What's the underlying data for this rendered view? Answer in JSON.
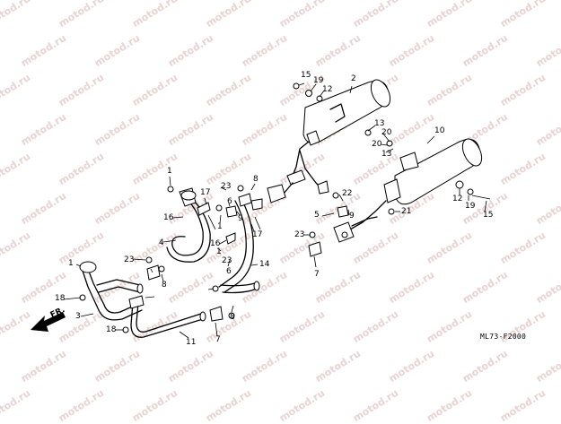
{
  "watermark": "motod.ru",
  "diagram_code": "ML73-F2000",
  "direction_label": "FR.",
  "callouts": [
    {
      "id": "c1",
      "text": "15"
    },
    {
      "id": "c2",
      "text": "19"
    },
    {
      "id": "c3",
      "text": "12"
    },
    {
      "id": "c4",
      "text": "2"
    },
    {
      "id": "c5",
      "text": "13"
    },
    {
      "id": "c6",
      "text": "20"
    },
    {
      "id": "c7",
      "text": "20"
    },
    {
      "id": "c8",
      "text": "13"
    },
    {
      "id": "c9",
      "text": "10"
    },
    {
      "id": "c10",
      "text": "1"
    },
    {
      "id": "c11",
      "text": "17"
    },
    {
      "id": "c12",
      "text": "23"
    },
    {
      "id": "c13",
      "text": "8"
    },
    {
      "id": "c14",
      "text": "6"
    },
    {
      "id": "c15",
      "text": "16"
    },
    {
      "id": "c16",
      "text": "1"
    },
    {
      "id": "c17",
      "text": "9"
    },
    {
      "id": "c18",
      "text": "22"
    },
    {
      "id": "c19",
      "text": "5"
    },
    {
      "id": "c20",
      "text": "9"
    },
    {
      "id": "c21",
      "text": "21"
    },
    {
      "id": "c22",
      "text": "12"
    },
    {
      "id": "c23",
      "text": "19"
    },
    {
      "id": "c24",
      "text": "15"
    },
    {
      "id": "c25",
      "text": "4"
    },
    {
      "id": "c26",
      "text": "16"
    },
    {
      "id": "c27",
      "text": "17"
    },
    {
      "id": "c28",
      "text": "23"
    },
    {
      "id": "c29",
      "text": "7"
    },
    {
      "id": "c30",
      "text": "1"
    },
    {
      "id": "c31",
      "text": "23"
    },
    {
      "id": "c32",
      "text": "6"
    },
    {
      "id": "c33",
      "text": "14"
    },
    {
      "id": "c34",
      "text": "8"
    },
    {
      "id": "c35",
      "text": "18"
    },
    {
      "id": "c36",
      "text": "3"
    },
    {
      "id": "c37",
      "text": "1"
    },
    {
      "id": "c38",
      "text": "23"
    },
    {
      "id": "c39",
      "text": "8"
    },
    {
      "id": "c40",
      "text": "18"
    },
    {
      "id": "c41",
      "text": "11"
    },
    {
      "id": "c42",
      "text": "7"
    }
  ]
}
